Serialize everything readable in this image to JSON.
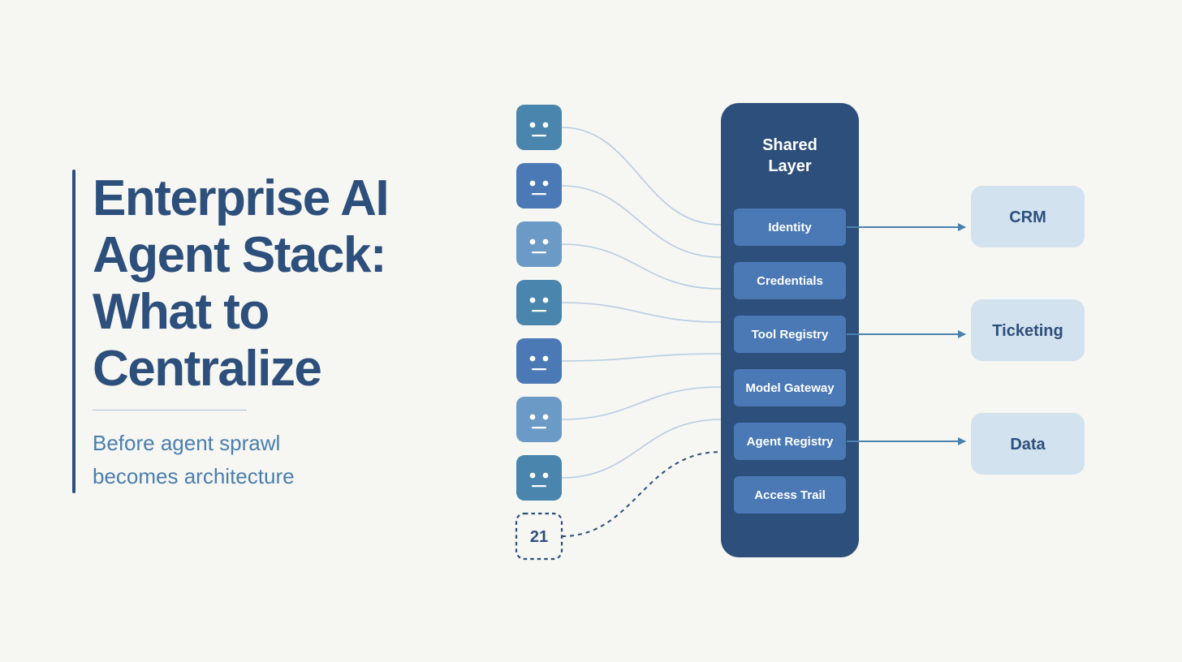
{
  "heading": {
    "title_lines": [
      "Enterprise AI",
      "Agent Stack:",
      "What to",
      "Centralize"
    ],
    "subtitle_lines": [
      "Before agent sprawl",
      "becomes architecture"
    ]
  },
  "diagram": {
    "agents": [
      {
        "color": "#4985ad"
      },
      {
        "color": "#4a79b6"
      },
      {
        "color": "#6c9ac6"
      },
      {
        "color": "#4985ad"
      },
      {
        "color": "#4a79b6"
      },
      {
        "color": "#6c9ac6"
      },
      {
        "color": "#4985ad"
      }
    ],
    "overflow_count": "21",
    "shared_layer": {
      "title_lines": [
        "Shared",
        "Layer"
      ],
      "items": [
        "Identity",
        "Credentials",
        "Tool Registry",
        "Model Gateway",
        "Agent Registry",
        "Access Trail"
      ]
    },
    "destinations": [
      "CRM",
      "Ticketing",
      "Data"
    ],
    "colors": {
      "background": "#f6f6f2",
      "title": "#2d4f7c",
      "subtitle": "#4a7fae",
      "panel": "#2d4f7c",
      "item": "#4a79b6",
      "destination_fill": "#d3e2ef",
      "destination_text": "#2d4f7c",
      "connector": "#b7cde2",
      "arrow": "#4a82ad"
    }
  }
}
